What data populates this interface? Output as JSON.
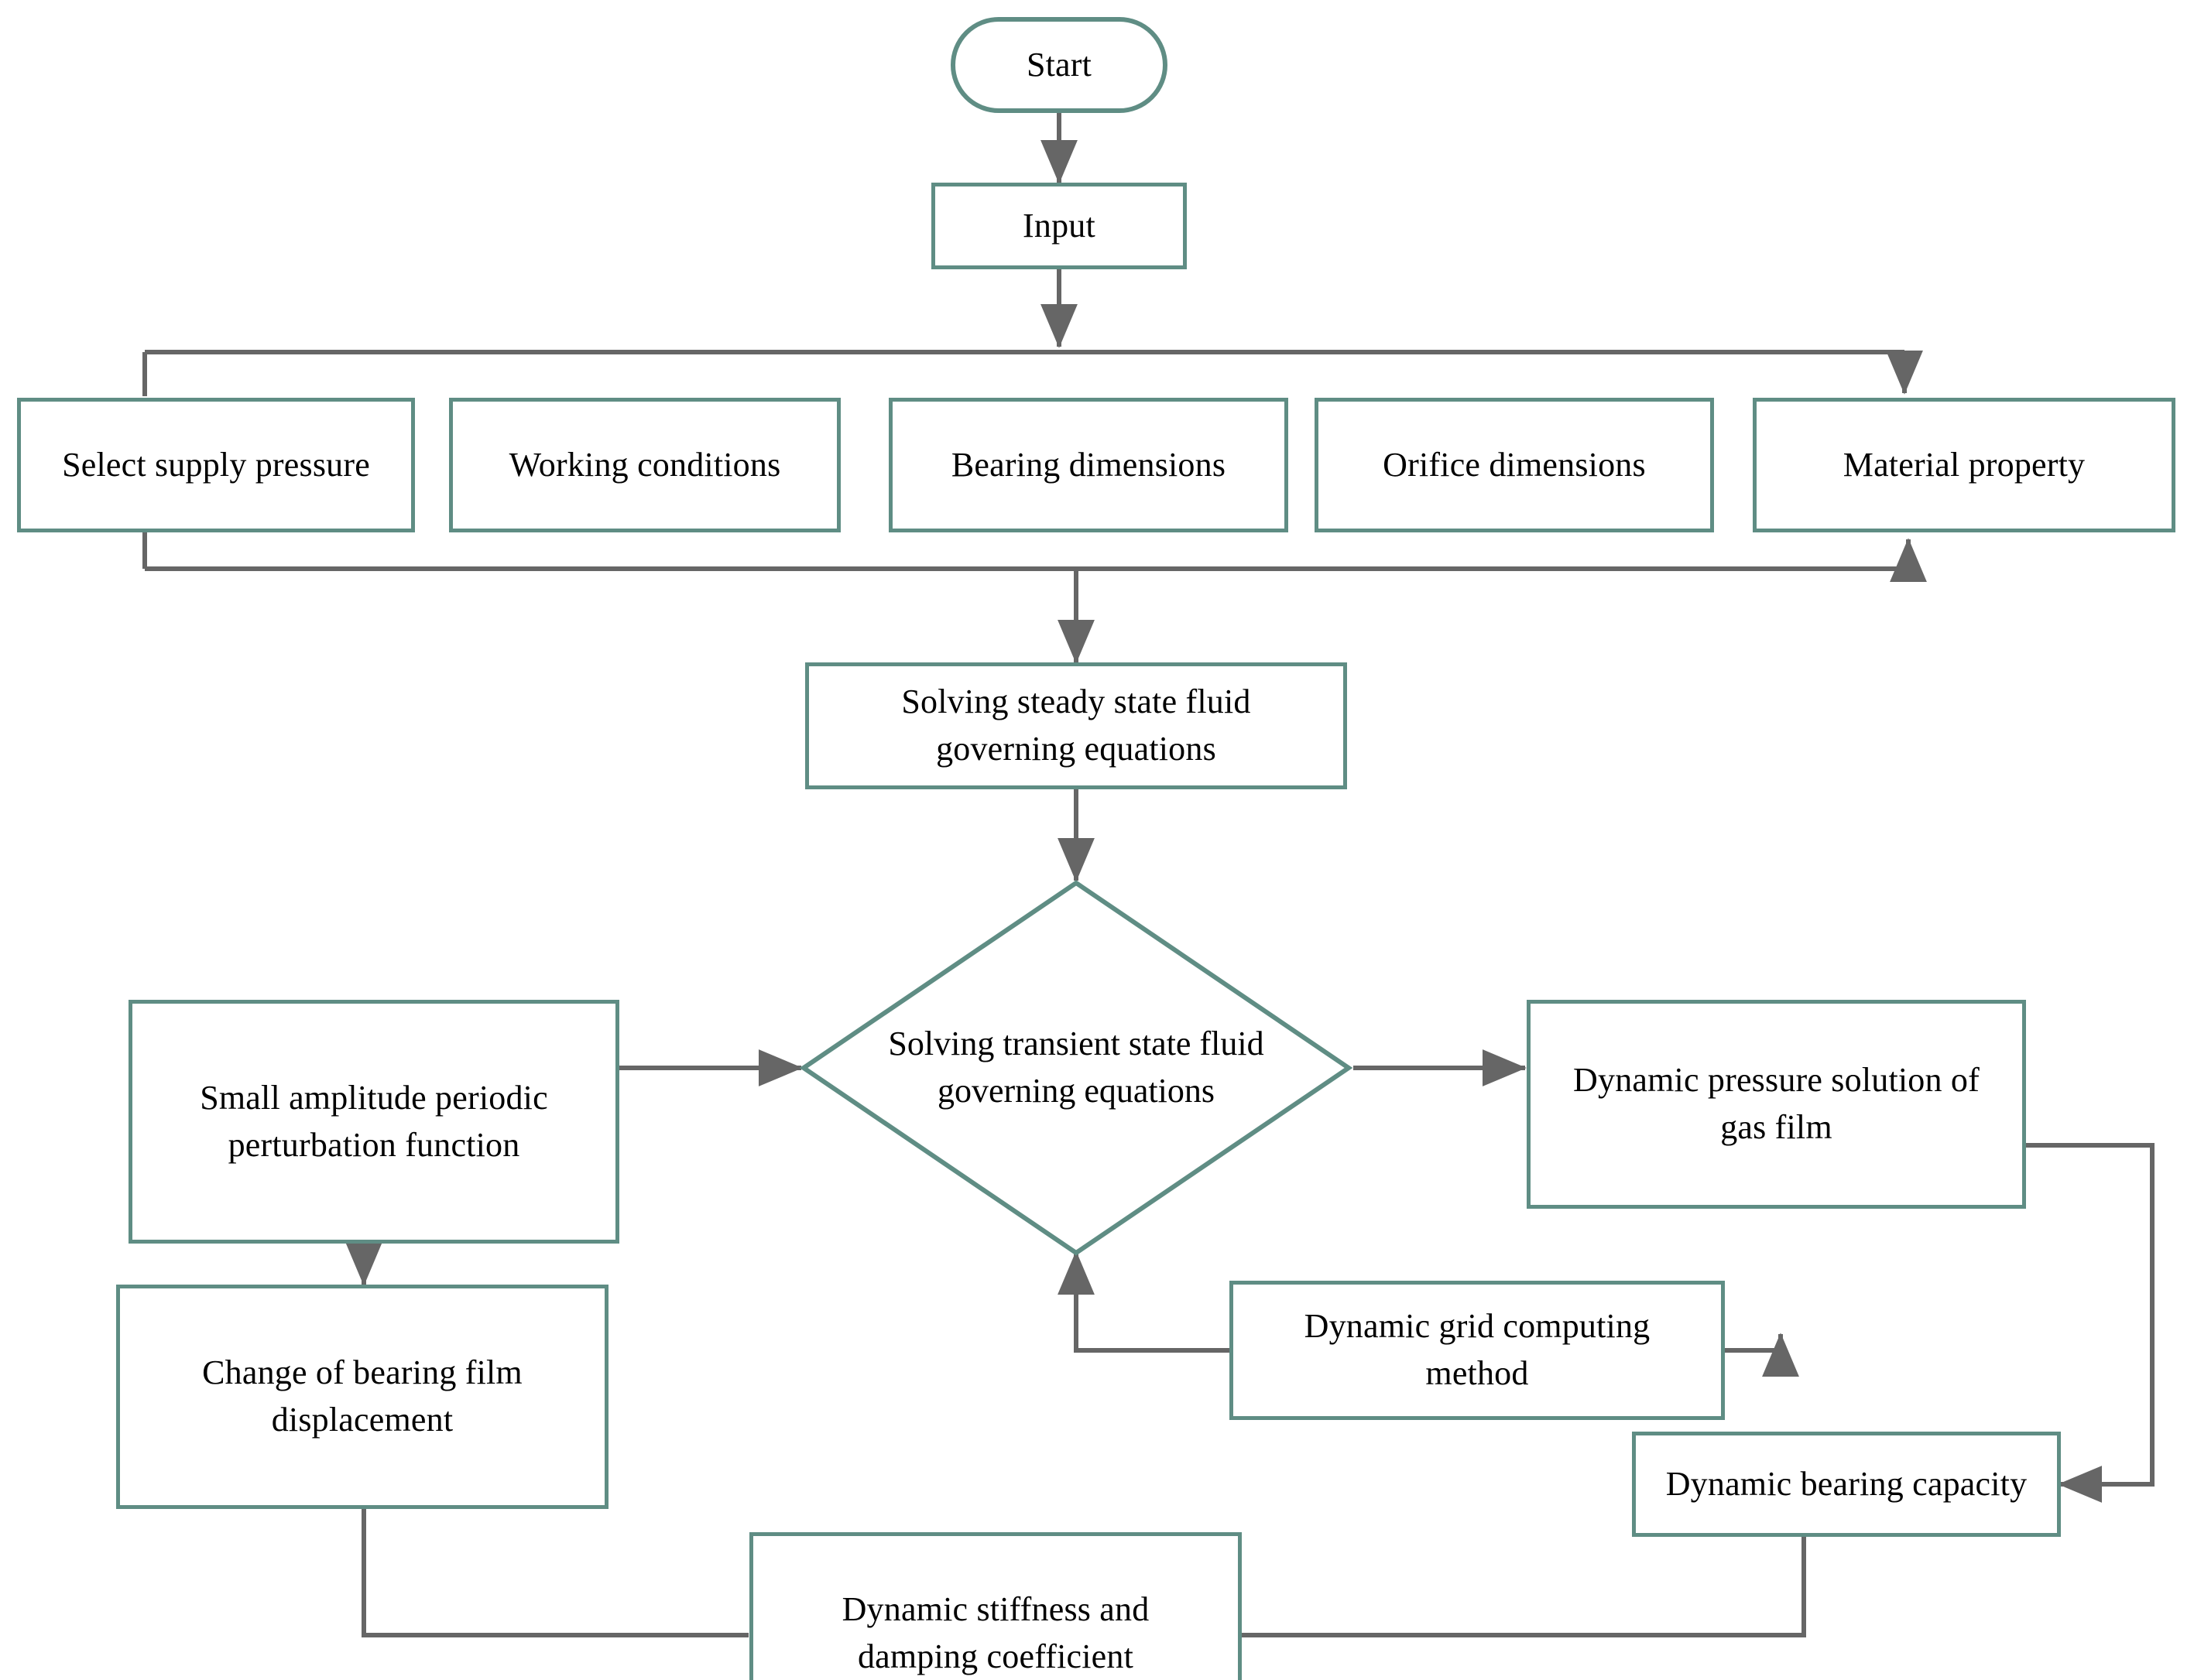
{
  "diagram": {
    "type": "flowchart",
    "title": "",
    "colors": {
      "node_border": "#5f8d84",
      "edge": "#666666",
      "text": "#000000",
      "background": "#ffffff"
    },
    "nodes": [
      {
        "id": "start",
        "shape": "stadium",
        "label": "Start"
      },
      {
        "id": "input",
        "shape": "rectangle",
        "label": "Input"
      },
      {
        "id": "supply",
        "shape": "rectangle",
        "label": "Select supply pressure"
      },
      {
        "id": "working",
        "shape": "rectangle",
        "label": "Working conditions"
      },
      {
        "id": "bearing",
        "shape": "rectangle",
        "label": "Bearing dimensions"
      },
      {
        "id": "orifice",
        "shape": "rectangle",
        "label": "Orifice dimensions"
      },
      {
        "id": "material",
        "shape": "rectangle",
        "label": "Material property"
      },
      {
        "id": "steady",
        "shape": "rectangle",
        "label": "Solving steady state fluid\ngoverning equations"
      },
      {
        "id": "transient",
        "shape": "diamond",
        "label": "Solving transient state fluid\ngoverning equations"
      },
      {
        "id": "perturbation",
        "shape": "rectangle",
        "label": "Small amplitude periodic\nperturbation function"
      },
      {
        "id": "dynpressure",
        "shape": "rectangle",
        "label": "Dynamic pressure solution of\ngas film"
      },
      {
        "id": "filmdisp",
        "shape": "rectangle",
        "label": "Change of bearing film\ndisplacement"
      },
      {
        "id": "dyngrid",
        "shape": "rectangle",
        "label": "Dynamic grid computing\nmethod"
      },
      {
        "id": "dyncapacity",
        "shape": "rectangle",
        "label": "Dynamic bearing capacity"
      },
      {
        "id": "dynstiffness",
        "shape": "rectangle",
        "label": "Dynamic stiffness and\ndamping coefficient"
      }
    ],
    "edges": [
      {
        "from": "start",
        "to": "input",
        "arrow": true
      },
      {
        "from": "input",
        "to": "parameter-bus",
        "arrow": true
      },
      {
        "from": "parameter-bus",
        "to": "material",
        "arrow": true
      },
      {
        "from": "collector-bus",
        "to": "material",
        "arrow": true
      },
      {
        "from": "collector-bus",
        "to": "steady",
        "arrow": true
      },
      {
        "from": "steady",
        "to": "transient",
        "arrow": true
      },
      {
        "from": "perturbation",
        "to": "transient",
        "arrow": true
      },
      {
        "from": "transient",
        "to": "dynpressure",
        "arrow": true
      },
      {
        "from": "perturbation",
        "to": "filmdisp",
        "arrow": true
      },
      {
        "from": "dyngrid",
        "to": "transient",
        "arrow": true
      },
      {
        "from": "dyngrid",
        "to": "dynpressure",
        "arrow": true
      },
      {
        "from": "dynpressure",
        "to": "dyncapacity",
        "arrow": true
      },
      {
        "from": "dyncapacity",
        "to": "dynstiffness",
        "arrow": false
      },
      {
        "from": "dynstiffness",
        "to": "filmdisp",
        "arrow": false
      }
    ]
  }
}
